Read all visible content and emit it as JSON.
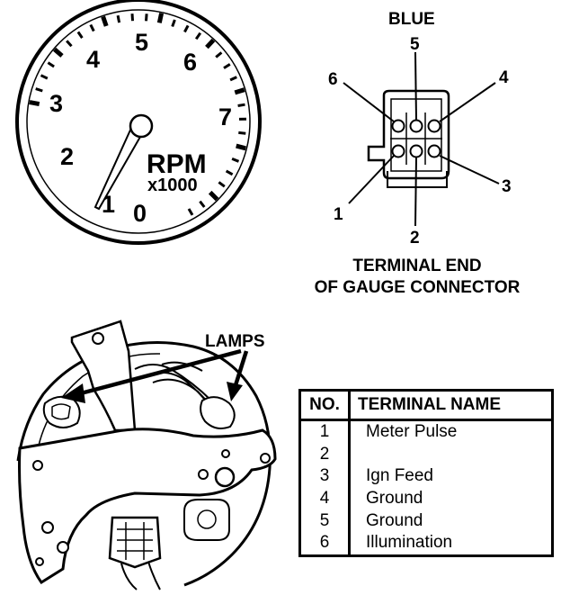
{
  "tachometer": {
    "dial_numbers": [
      "0",
      "1",
      "2",
      "3",
      "4",
      "5",
      "6",
      "7"
    ],
    "unit_label": "RPM",
    "multiplier_label": "x1000"
  },
  "connector": {
    "color_label": "BLUE",
    "pin_numbers": [
      "1",
      "2",
      "3",
      "4",
      "5",
      "6"
    ],
    "caption_line1": "TERMINAL END",
    "caption_line2": "OF GAUGE CONNECTOR"
  },
  "cluster_back": {
    "lamps_label": "LAMPS"
  },
  "terminal_table": {
    "headers": [
      "NO.",
      "TERMINAL NAME"
    ],
    "rows": [
      {
        "no": "1",
        "name": "Meter Pulse"
      },
      {
        "no": "2",
        "name": ""
      },
      {
        "no": "3",
        "name": "Ign Feed"
      },
      {
        "no": "4",
        "name": "Ground"
      },
      {
        "no": "5",
        "name": "Ground"
      },
      {
        "no": "6",
        "name": "Illumination"
      }
    ]
  },
  "colors": {
    "ink": "#000000",
    "background": "#ffffff"
  }
}
